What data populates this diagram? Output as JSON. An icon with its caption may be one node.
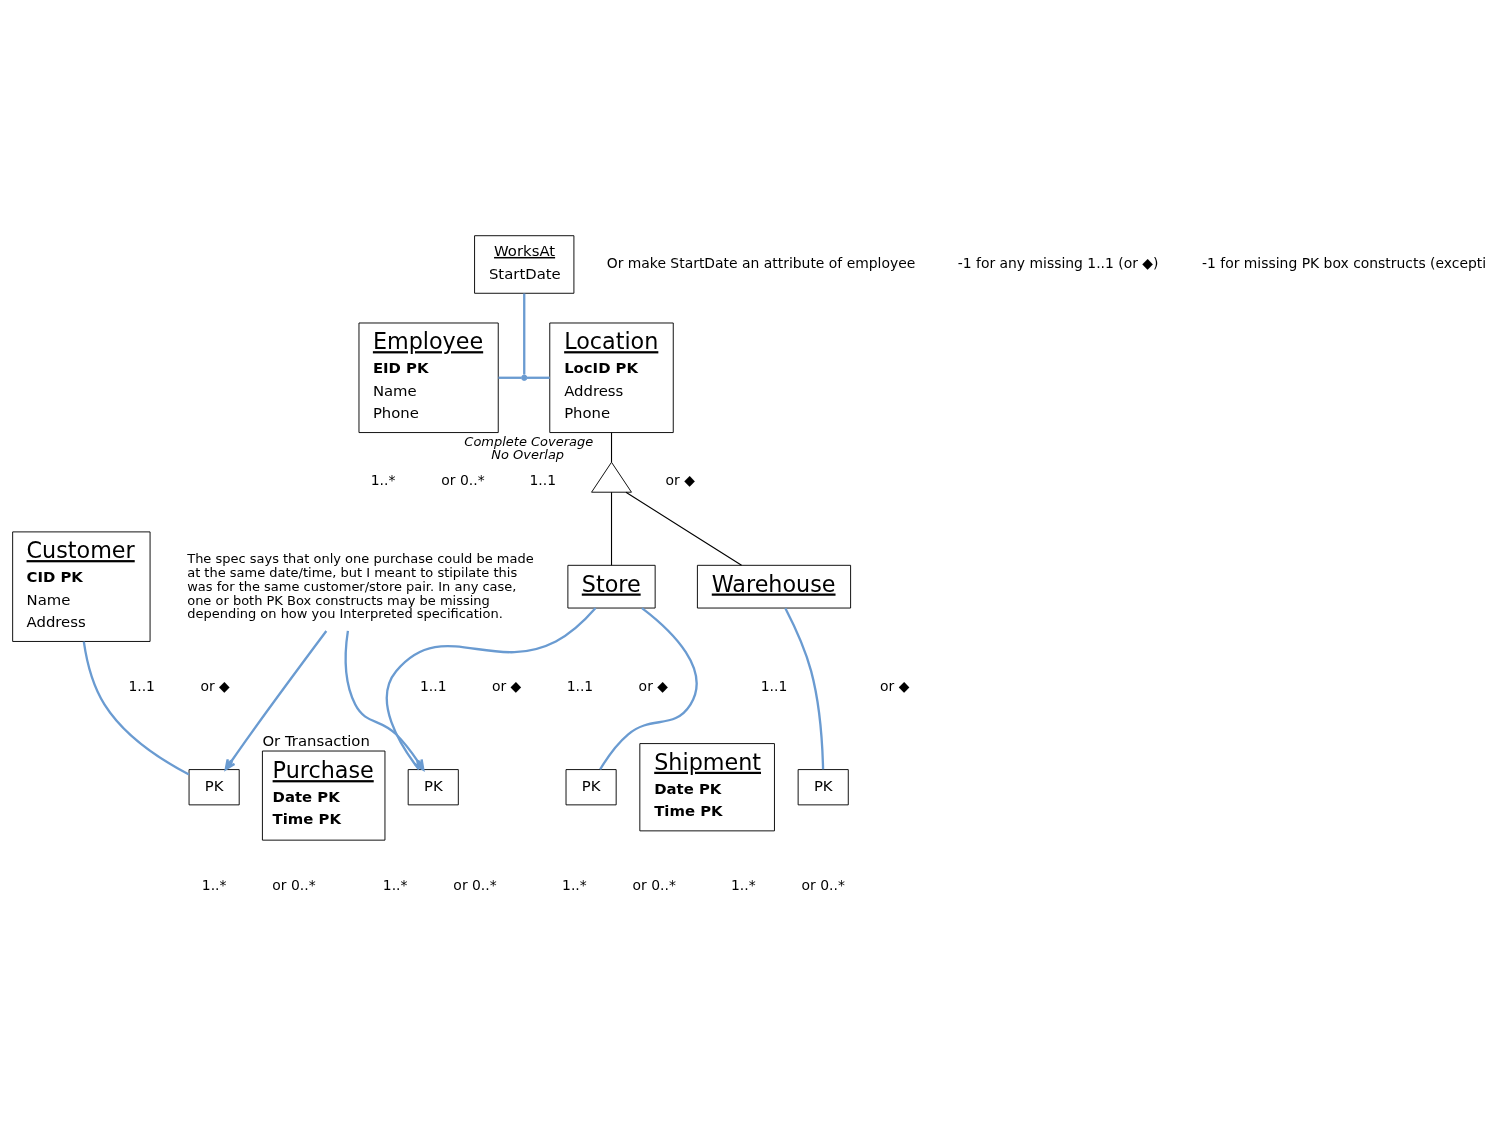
{
  "diagram": {
    "nodes": [
      {
        "text": [
          "WorksAt",
          "StartDate"
        ]
      },
      {
        "text": [
          "Employee",
          "EID PK",
          "Name",
          "Phone"
        ]
      },
      {
        "text": [],
        "shape": "point"
      },
      {
        "text": [
          "Location",
          "LocID PK",
          "Address",
          "Phone"
        ]
      },
      {
        "text": [],
        "shape": "triangle",
        "beside": [
          "Complete Coverage",
          "No Overlap"
        ]
      },
      {
        "text": [
          "The spec says that only one purchase could be made at the same date/time, but I meant to stipilate this was for the same customer/store pair. In any case, one or both PK Box constructs may be missing depending on how you Interpreted specification."
        ]
      },
      {
        "text": [
          "Customer",
          "CID PK",
          "Name",
          "Address"
        ]
      },
      {
        "text": [
          "Store"
        ]
      },
      {
        "text": [
          "Warehouse"
        ]
      },
      {
        "text": [
          "PK"
        ]
      },
      {
        "text": [
          "Purchase",
          "Date PK",
          "Time PK"
        ],
        "beside": [
          "Or Transaction"
        ]
      },
      {
        "text": [
          "PK"
        ]
      },
      {
        "text": [
          "PK"
        ]
      },
      {
        "text": [
          "Shipment",
          "Date PK",
          "Time PK"
        ]
      },
      {
        "text": [
          "PK"
        ]
      }
    ],
    "edges": [
      {
        "from": 1,
        "to": 2,
        "arrow": "none"
      },
      {
        "from": 2,
        "to": 3,
        "arrow": "none"
      },
      {
        "from": 0,
        "to": 2,
        "arrow": "none"
      },
      {
        "from": 3,
        "to": 4,
        "arrow": "none",
        "color": "#000000"
      },
      {
        "from": 4,
        "to": 7,
        "arrow": "none",
        "color": "#000000"
      },
      {
        "from": 4,
        "to": 8,
        "arrow": "none",
        "color": "#000000"
      },
      {
        "from": 6,
        "to": 9,
        "arrow": "none"
      },
      {
        "from": 5,
        "to": 9,
        "arrow": "to"
      },
      {
        "from": 5,
        "to": 11,
        "arrow": "to"
      },
      {
        "from": 7,
        "to": 11,
        "arrow": "none"
      },
      {
        "from": 7,
        "to": 12,
        "arrow": "none"
      },
      {
        "from": 8,
        "to": 14,
        "arrow": "none"
      }
    ],
    "labels": [
      "Or make StartDate an attribute of employee",
      "-1 for any missing 1..1 (or ◆)",
      "-1 for missing PK box constructs (excepti",
      "1..*",
      "or 0..*",
      "1..1",
      "or ◆",
      "1..1",
      "or ◆",
      "1..1",
      "or ◆",
      "1..1",
      "or ◆",
      "1..1",
      "or ◆",
      "1..*",
      "or 0..*",
      "1..*",
      "or 0..*",
      "1..*",
      "or 0..*",
      "1..*",
      "or 0..*"
    ]
  }
}
